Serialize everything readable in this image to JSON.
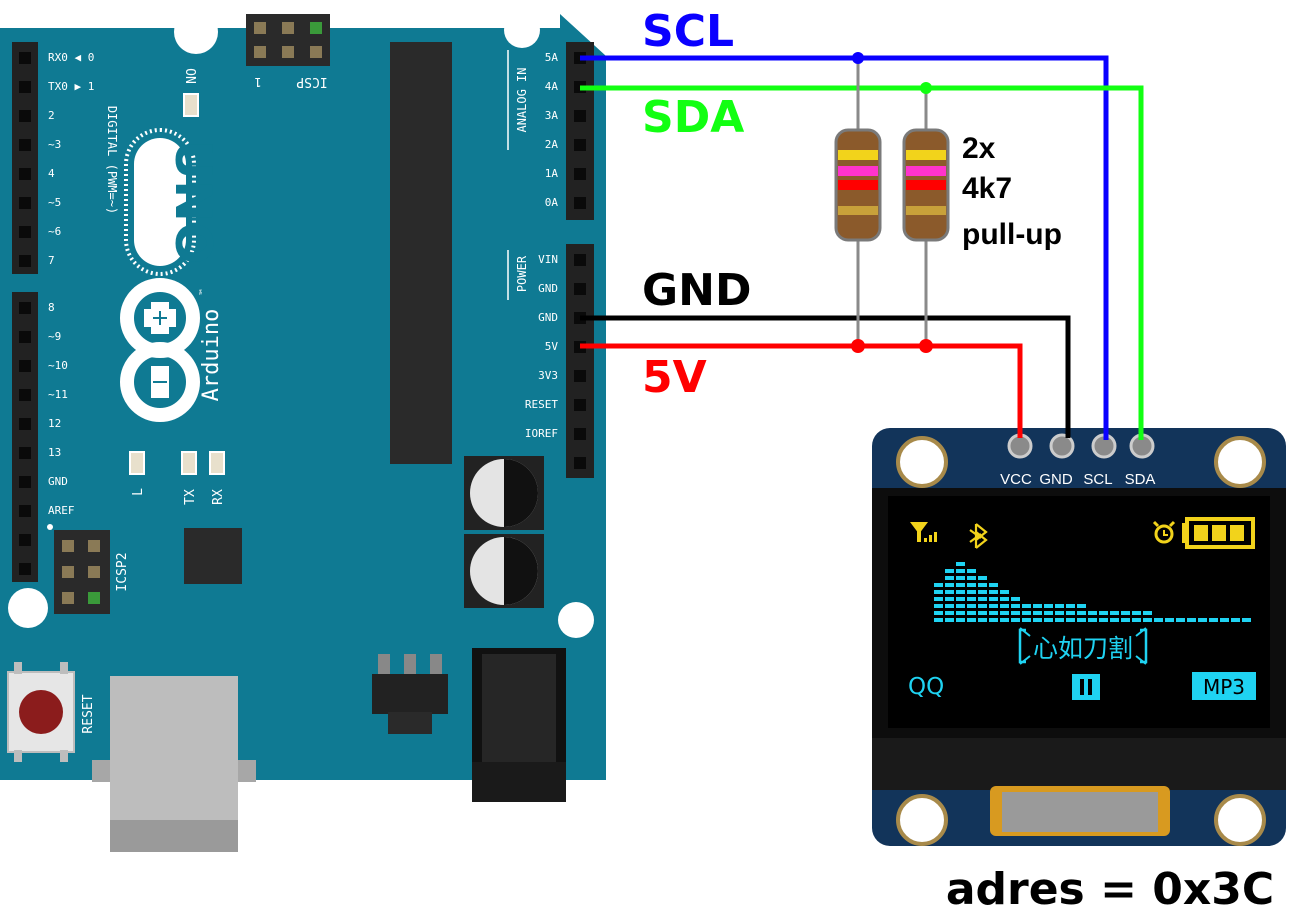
{
  "wires": {
    "scl": {
      "label": "SCL",
      "color": "#0a00ff"
    },
    "sda": {
      "label": "SDA",
      "color": "#12ff12"
    },
    "gnd": {
      "label": "GND",
      "color": "#000000"
    },
    "v5": {
      "label": "5V",
      "color": "#ff0000"
    }
  },
  "resistors": {
    "qty": "2x",
    "value": "4k7",
    "type": "pull-up"
  },
  "address": "adres = 0x3C",
  "arduino": {
    "board_color": "#0f7a93",
    "brand": "Arduino",
    "trademark": "™",
    "model": "UNO",
    "on_label": "ON",
    "icsp_label": "ICSP",
    "icsp2_label": "ICSP2",
    "icsp_pin1": "1",
    "reset_label": "RESET",
    "led_labels": {
      "l": "L",
      "tx": "TX",
      "rx": "RX"
    },
    "digital_header": "DIGITAL (PWM=~)",
    "analog_header": "ANALOG IN",
    "power_header": "POWER",
    "digital_pins_top": [
      "RX0 ◀ 0",
      "TX0 ▶ 1",
      "2",
      "~3",
      "4",
      "~5",
      "~6",
      "7"
    ],
    "digital_pins_bottom": [
      "8",
      "~9",
      "~10",
      "~11",
      "12",
      "13",
      "GND",
      "AREF"
    ],
    "analog_pins": [
      "5A",
      "4A",
      "3A",
      "2A",
      "1A",
      "0A"
    ],
    "power_pins": [
      "VIN",
      "GND",
      "GND",
      "5V",
      "3V3",
      "RESET",
      "IOREF"
    ]
  },
  "oled": {
    "pin_labels": [
      "VCC",
      "GND",
      "SCL",
      "SDA"
    ],
    "screen": {
      "title": "心如刀割",
      "left_label": "QQ",
      "right_label": "MP3",
      "yellow": "#f2d31b",
      "cyan": "#1fd3f2"
    },
    "eq_levels": [
      6,
      8,
      9,
      8,
      7,
      6,
      5,
      4,
      3,
      3,
      3,
      3,
      3,
      3,
      2,
      2,
      2,
      2,
      2,
      2,
      1,
      1,
      1,
      1,
      1,
      1,
      1,
      1,
      1
    ]
  }
}
